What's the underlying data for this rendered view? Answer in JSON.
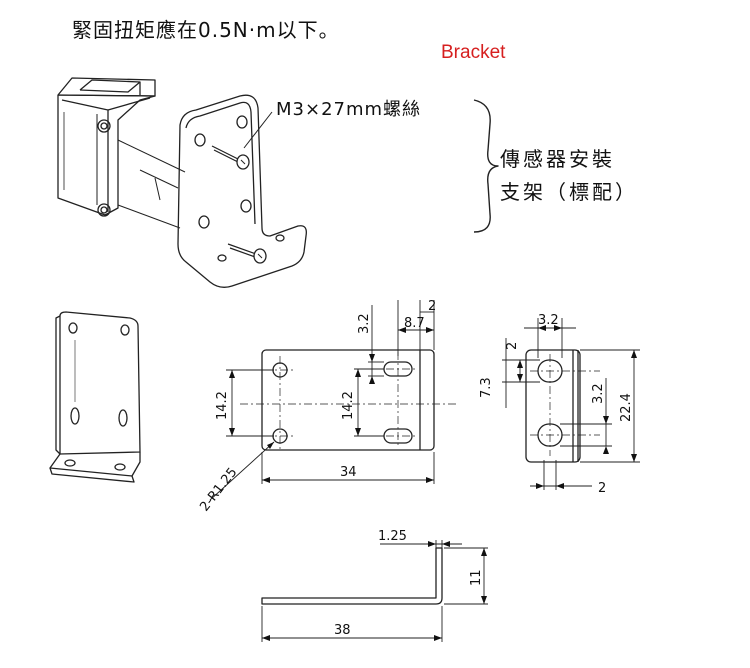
{
  "header": {
    "note": "緊固扭矩應在0.5N·m以下。",
    "bracket_label": "Bracket",
    "bracket_color": "#d61f1f"
  },
  "callouts": {
    "screw": "M3×27mm螺絲",
    "desc_line1": "傳感器安裝",
    "desc_line2": "支架（標配）"
  },
  "dimensions": {
    "front_top_2": "2",
    "front_8_7": "8.7",
    "front_3_2": "3.2",
    "front_14_2_left": "14.2",
    "front_14_2_mid": "14.2",
    "front_34": "34",
    "front_radius": "2-R1.25",
    "side_3_2_top": "3.2",
    "side_2_left": "2",
    "side_7_3": "7.3",
    "side_3_2_right": "3.2",
    "side_22_4": "22.4",
    "side_2_bottom": "2",
    "profile_1_25": "1.25",
    "profile_11": "11",
    "profile_38": "38"
  }
}
